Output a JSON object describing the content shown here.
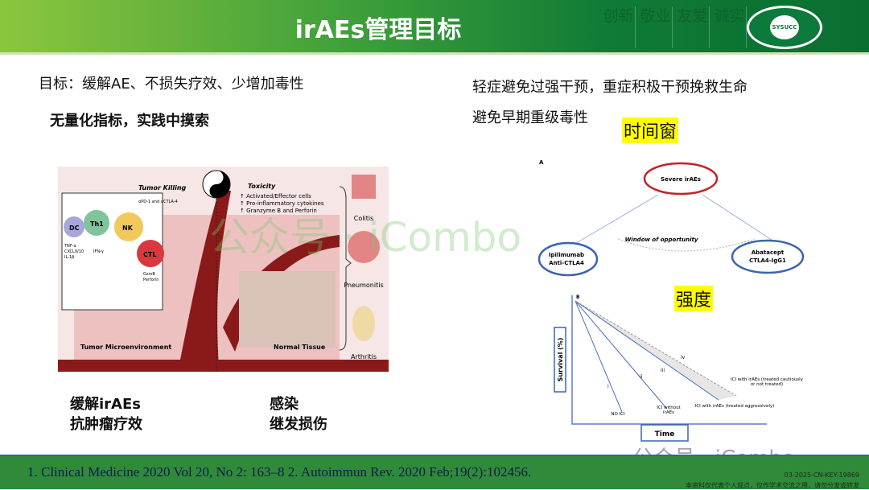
{
  "header": {
    "title": "irAEs管理目标",
    "motto": [
      "创新",
      "敬业",
      "友爱",
      "诚实"
    ],
    "logo_text": "SYSUCC"
  },
  "left": {
    "goal": "目标：缓解AE、不损失疗效、少增加毒性",
    "note": "无量化指标，实践中摸索",
    "figure": {
      "tumor_killing": "Tumor Killing",
      "toxicity": "Toxicity",
      "tox_items": [
        "↑ Activated/Effector cells",
        "↑ Pro-inflammatory cytokines",
        "↑ Granzyme B and Perforin"
      ],
      "cells": [
        "DC",
        "Th1",
        "NK",
        "CTL"
      ],
      "antibodies": "αPD-1 and αCTLA-4",
      "cytokines": [
        "TNF-α",
        "CXCL9/10",
        "IL-1β"
      ],
      "ifn": "IFN-γ",
      "gzmb": "GzmB",
      "perforin": "Perforin",
      "tme": "Tumor Microenvironment",
      "normal": "Normal Tissue",
      "organs": [
        "Colitis",
        "Pneumonitis",
        "Arthritis"
      ]
    },
    "label1": [
      "缓解irAEs",
      "抗肿瘤疗效"
    ],
    "label2": [
      "感染",
      "继发损伤"
    ]
  },
  "right": {
    "line1": "轻症避免过强干预，重症积极干预挽救生命",
    "line2": "避免早期重级毒性",
    "window_label": "时间窗",
    "intensity_label": "强度",
    "diagram": {
      "panel": "A",
      "top": "Severe irAEs",
      "left": [
        "Ipilimumab",
        "Anti-CTLA4"
      ],
      "right": [
        "Abatacept",
        "CTLA4-IgG1"
      ],
      "window": "Window of opportunity"
    },
    "plot": {
      "panel": "B",
      "ylabel": "Survival (%)",
      "xlabel": "Time",
      "numerals": [
        "i",
        "ii",
        "iii",
        "iv"
      ],
      "curves": [
        "NO ICI",
        "ICI without irAEs",
        "ICI with irAEs (treated aggressively)",
        "ICI with irAEs (treated cautiously or not treated)"
      ]
    }
  },
  "footer": {
    "ref": "1. Clinical Medicine 2020 Vol 20, No 2: 163–8  2. Autoimmun Rev. 2020 Feb;19(2):102456.",
    "code": "03-2025-CN-KEY-19869",
    "disclaimer": "本资料仅代表个人观点，仅作学术交流之用，请勿分发或转发"
  },
  "watermark": "公众号 · iCombo",
  "colors": {
    "header_left": "#8cc63e",
    "header_right": "#0a6e30",
    "footer": "#2f8a3a",
    "highlight": "#ffff00",
    "ellipse_red": "#c0232d",
    "ellipse_blue": "#3b64b0"
  }
}
